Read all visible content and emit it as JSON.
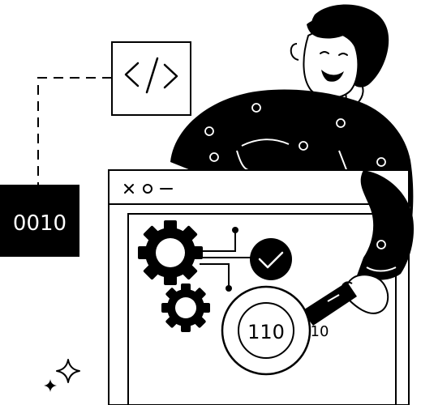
{
  "labels": {
    "binary_box": "0010",
    "magnifier_main": "110",
    "magnifier_side": "10"
  },
  "window": {
    "controls": [
      "×",
      "○",
      "–"
    ]
  },
  "icons": [
    "code-brackets-icon",
    "binary-chip-icon",
    "browser-window-icon",
    "gear-large-icon",
    "gear-small-icon",
    "check-circle-icon",
    "magnifying-glass-icon",
    "sparkle-icon"
  ],
  "colors": {
    "ink": "#000000",
    "paper": "#ffffff"
  }
}
